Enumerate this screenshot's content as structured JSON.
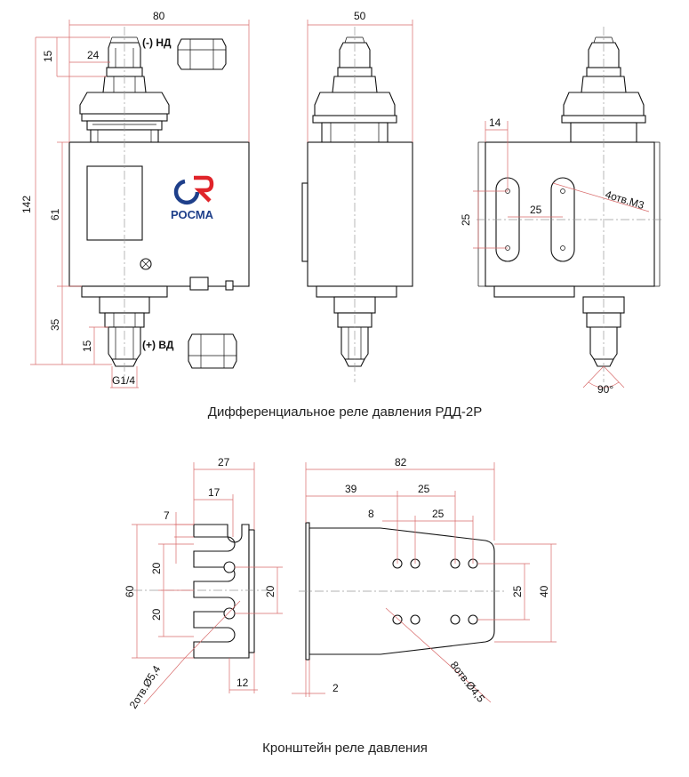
{
  "captions": {
    "relay": "Дифференциальное реле давления РДД-2Р",
    "bracket": "Кронштейн реле давления"
  },
  "logo": {
    "text": "РОСМА",
    "colors": {
      "blue": "#1e3f8a",
      "red": "#e0242a"
    }
  },
  "labels": {
    "low_pressure": "(-) НД",
    "high_pressure": "(+) ВД",
    "thread": "G1/4",
    "holes_m3": "4отв.М3",
    "angle": "90°",
    "holes_54": "2отв.Ø5,4",
    "holes_45": "8отв.Ø4,5"
  },
  "front_view": {
    "width": "80",
    "top_fitting": "15",
    "fitting_width": "24",
    "total_height": "142",
    "body_height": "61",
    "bottom_part": "35",
    "bottom_fitting": "15"
  },
  "side_view": {
    "width": "50"
  },
  "rear_view": {
    "slot_offset": "14",
    "slot_pitch": "25",
    "hole_spacing": "25"
  },
  "bracket_side": {
    "width": "27",
    "slot_depth": "17",
    "slot_width": "7",
    "pitch_upper": "20",
    "pitch_lower": "20",
    "height": "60",
    "hole_pitch": "20",
    "flange": "12"
  },
  "bracket_front": {
    "length": "82",
    "first_holes": "39",
    "hole_gap_1": "25",
    "hole_pair": "8",
    "hole_gap_2": "25",
    "row_spacing": "25",
    "end_height": "40",
    "thickness": "2"
  },
  "colors": {
    "dimension": "#d86a6a",
    "outline": "#111111",
    "axis": "#9a9a9a"
  }
}
